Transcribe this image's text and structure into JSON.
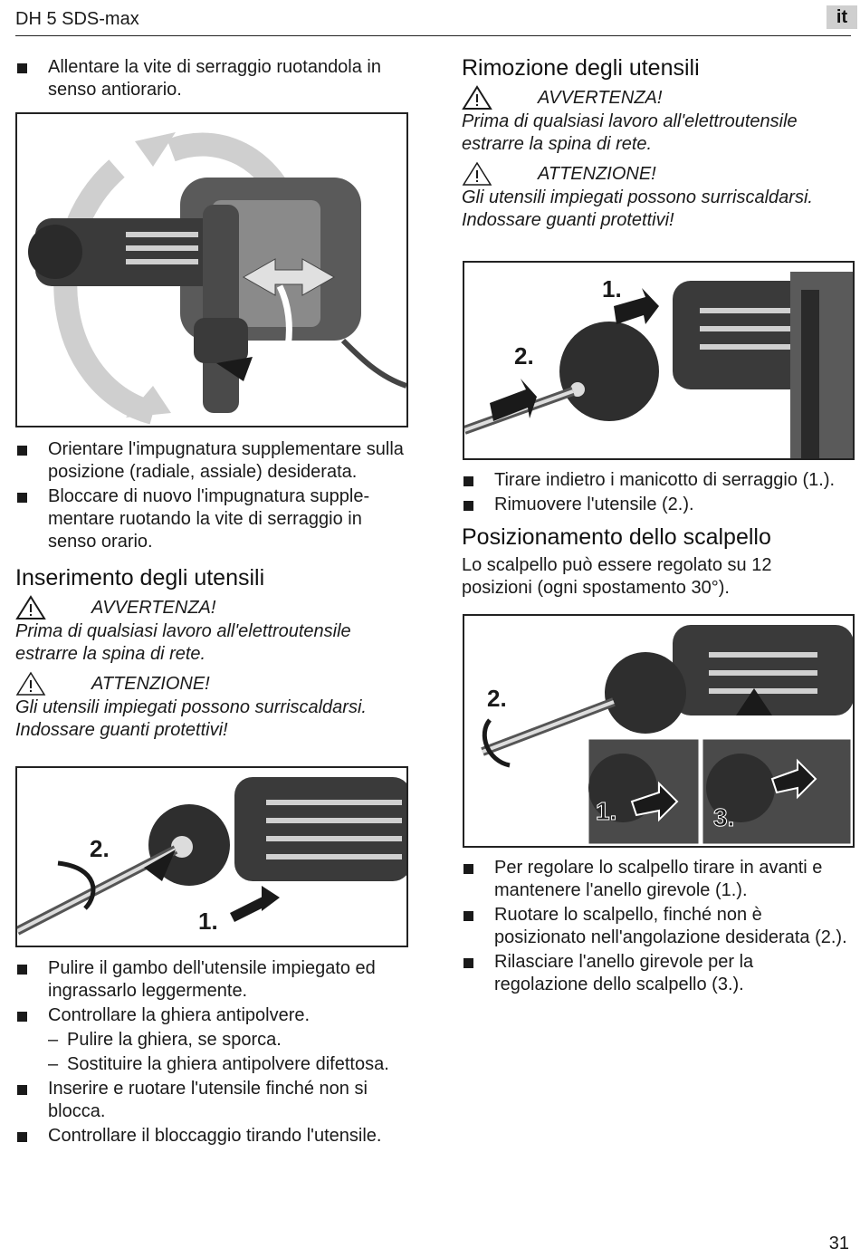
{
  "header": {
    "title": "DH 5 SDS-max",
    "lang": "it"
  },
  "page_number": "31",
  "left": {
    "intro_bullets": [
      "Allentare la vite di serraggio ruotandola in senso antiorario."
    ],
    "handle_bullets": [
      "Orientare l'impugnatura supplementare sulla posizione (radiale, assiale) desiderata.",
      "Bloccare di nuovo l'impugnatura supple-mentare ruotando la vite di serraggio in senso orario."
    ],
    "insert_section": {
      "title": "Inserimento degli utensili",
      "warning_label": "AVVERTENZA!",
      "warning_text": "Prima di qualsiasi lavoro all'elettroutensile estrarre la spina di rete.",
      "caution_label": "ATTENZIONE!",
      "caution_text": "Gli utensili impiegati possono surriscaldarsi. Indossare guanti protettivi!",
      "figure_labels": {
        "step1": "1.",
        "step2": "2."
      },
      "bullets_a": [
        "Pulire il gambo dell'utensile impiegato ed ingrassarlo leggermente.",
        "Controllare la ghiera antipolvere."
      ],
      "sub_bullets": [
        "Pulire la ghiera, se sporca.",
        "Sostituire la ghiera antipolvere difettosa."
      ],
      "bullets_b": [
        "Inserire e ruotare l'utensile finché non si blocca.",
        "Controllare il bloccaggio tirando l'utensile."
      ]
    }
  },
  "right": {
    "remove_section": {
      "title": "Rimozione degli utensili",
      "warning_label": "AVVERTENZA!",
      "warning_text": "Prima di qualsiasi lavoro all'elettroutensile estrarre la spina di rete.",
      "caution_label": "ATTENZIONE!",
      "caution_text": "Gli utensili impiegati possono surriscaldarsi. Indossare guanti protettivi!",
      "figure_labels": {
        "step1": "1.",
        "step2": "2."
      },
      "bullets": [
        "Tirare indietro i manicotto di serraggio (1.).",
        "Rimuovere l'utensile (2.)."
      ]
    },
    "chisel_section": {
      "title": "Posizionamento dello scalpello",
      "intro": "Lo scalpello può essere regolato su 12 posizioni (ogni spostamento 30°).",
      "figure_labels": {
        "step1": "1.",
        "step2": "2.",
        "step3": "3."
      },
      "bullets": [
        "Per regolare lo scalpello tirare in avanti e mantenere l'anello girevole (1.).",
        "Ruotare lo scalpello, finché non è posizionato nell'angolazione desiderata (2.).",
        "Rilasciare l'anello girevole per la regolazione dello scalpello (3.)."
      ]
    }
  }
}
